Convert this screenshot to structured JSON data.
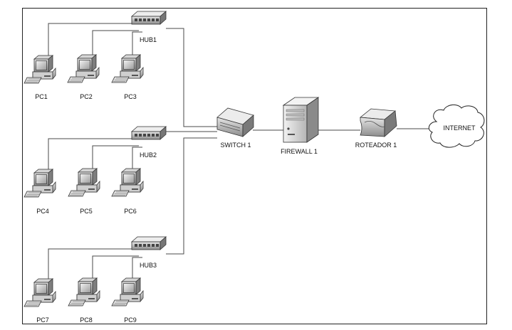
{
  "hubs": [
    {
      "label": "HUB1"
    },
    {
      "label": "HUB2"
    },
    {
      "label": "HUB3"
    }
  ],
  "pcs": [
    {
      "label": "PC1"
    },
    {
      "label": "PC2"
    },
    {
      "label": "PC3"
    },
    {
      "label": "PC4"
    },
    {
      "label": "PC5"
    },
    {
      "label": "PC6"
    },
    {
      "label": "PC7"
    },
    {
      "label": "PC8"
    },
    {
      "label": "PC9"
    }
  ],
  "switch": {
    "label": "SWITCH 1"
  },
  "firewall": {
    "label": "FIREWALL 1"
  },
  "router": {
    "label": "ROTEADOR 1"
  },
  "internet": {
    "label": "INTERNET"
  }
}
